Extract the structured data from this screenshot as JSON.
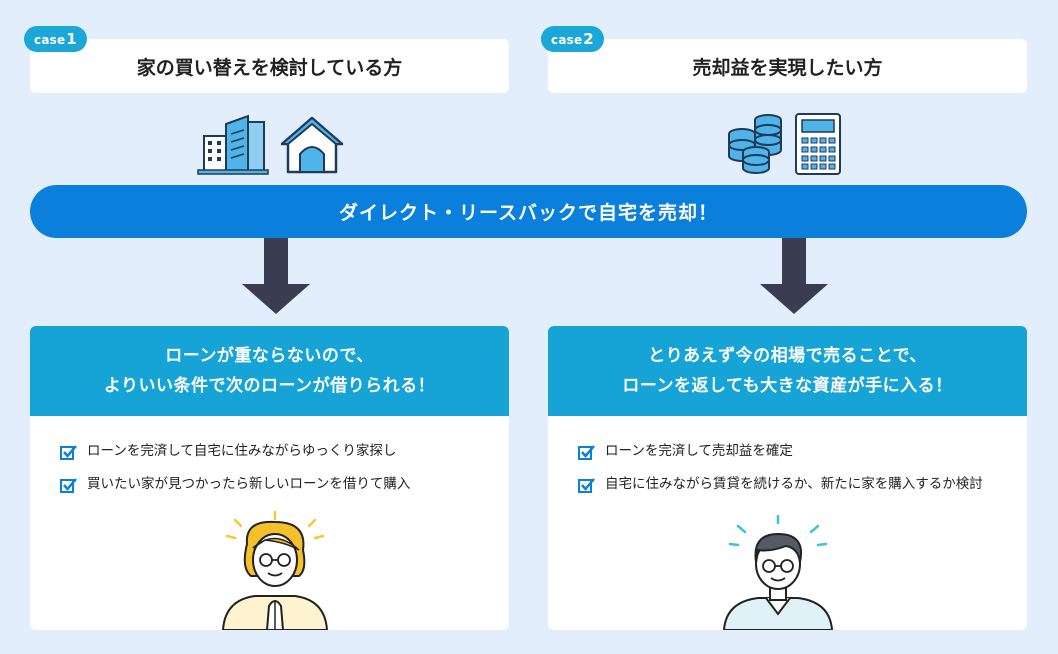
{
  "case1": {
    "tag_word": "case",
    "tag_num": "1",
    "title": "家の買い替えを検討している方",
    "icons": [
      "building-icon",
      "house-icon"
    ]
  },
  "case2": {
    "tag_word": "case",
    "tag_num": "2",
    "title": "売却益を実現したい方",
    "icons": [
      "coins-icon",
      "calculator-icon"
    ]
  },
  "banner": "ダイレクト・リースバックで自宅を売却！",
  "panel1": {
    "head_line1": "ローンが重ならないので、",
    "head_line2": "よりいい条件で次のローンが借りられる！",
    "items": [
      "ローンを完済して自宅に住みながらゆっくり家探し",
      "買いたい家が見つかったら新しいローンを借りて購入"
    ],
    "person_icon": "happy-woman-illustration"
  },
  "panel2": {
    "head_line1": "とりあえず今の相場で売ることで、",
    "head_line2": "ローンを返しても大きな資産が手に入る！",
    "items": [
      "ローンを完済して売却益を確定",
      "自宅に住みながら賃貸を続けるか、新たに家を購入するか検討"
    ],
    "person_icon": "happy-man-illustration"
  },
  "colors": {
    "background": "#e3eefc",
    "tag": "#1ba8d8",
    "banner": "#0a7fdc",
    "panel_head": "#16a3d6",
    "arrow": "#3a3d52",
    "icon_fill": "#4fb4e8",
    "icon_stroke": "#1f3a5a"
  }
}
